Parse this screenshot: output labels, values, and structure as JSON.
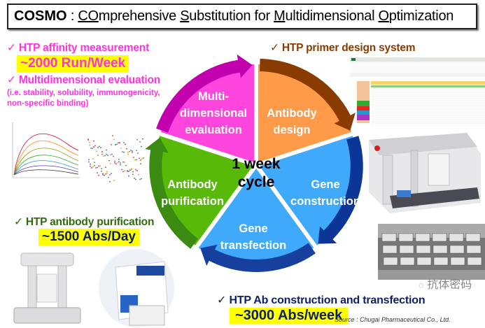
{
  "title": {
    "prefix": "COSMO",
    "sep": " : ",
    "parts": [
      {
        "u": "CO",
        "t": "mprehensive "
      },
      {
        "u": "S",
        "t": "ubstitution for "
      },
      {
        "u": "M",
        "t": "ultidimensional "
      },
      {
        "u": "O",
        "t": "ptimization"
      }
    ]
  },
  "features": {
    "affinity": {
      "check": "✓",
      "label": "HTP affinity measurement",
      "throughput": "~2000 Run/Week"
    },
    "multidim": {
      "check": "✓",
      "label": "Multidimensional evaluation",
      "note1": "(i.e. stability, solubility, immunogenicity,",
      "note2": "non-specific binding)"
    },
    "primer": {
      "check": "✓",
      "label": "HTP primer design system"
    },
    "purification": {
      "check": "✓",
      "label": "HTP antibody purification",
      "throughput": "~1500 Abs/Day"
    },
    "construction": {
      "check": "✓",
      "label": "HTP Ab construction and transfection",
      "throughput": "~3000 Abs/week"
    }
  },
  "cycle": {
    "center_line1": "1 week",
    "center_line2": "cycle",
    "segments": [
      {
        "l1": "Antibody",
        "l2": "design",
        "color": "#ff9a48",
        "arrow": "#8a3c00"
      },
      {
        "l1": "Gene",
        "l2": "construction",
        "color": "#3fa9fb",
        "arrow": "#0b3597"
      },
      {
        "l1": "Gene",
        "l2": "transfection",
        "color": "#3fa9fb",
        "arrow": "#173f9e"
      },
      {
        "l1": "Antibody",
        "l2": "purification",
        "color": "#58b908",
        "arrow": "#3b8a12"
      },
      {
        "l1": "Multi-",
        "l2": "dimensional",
        "l3": "evaluation",
        "color": "#ff45de",
        "arrow": "#c200ae"
      }
    ]
  },
  "source": "Source : Chugai Pharmaceutical Co., Ltd.",
  "watermark": "抗体密码",
  "colors": {
    "magenta": "#ff33dd",
    "brown": "#8a3c00",
    "navy": "#0c1f6a",
    "green": "#2f6a0e",
    "highlight": "#ffff00"
  }
}
